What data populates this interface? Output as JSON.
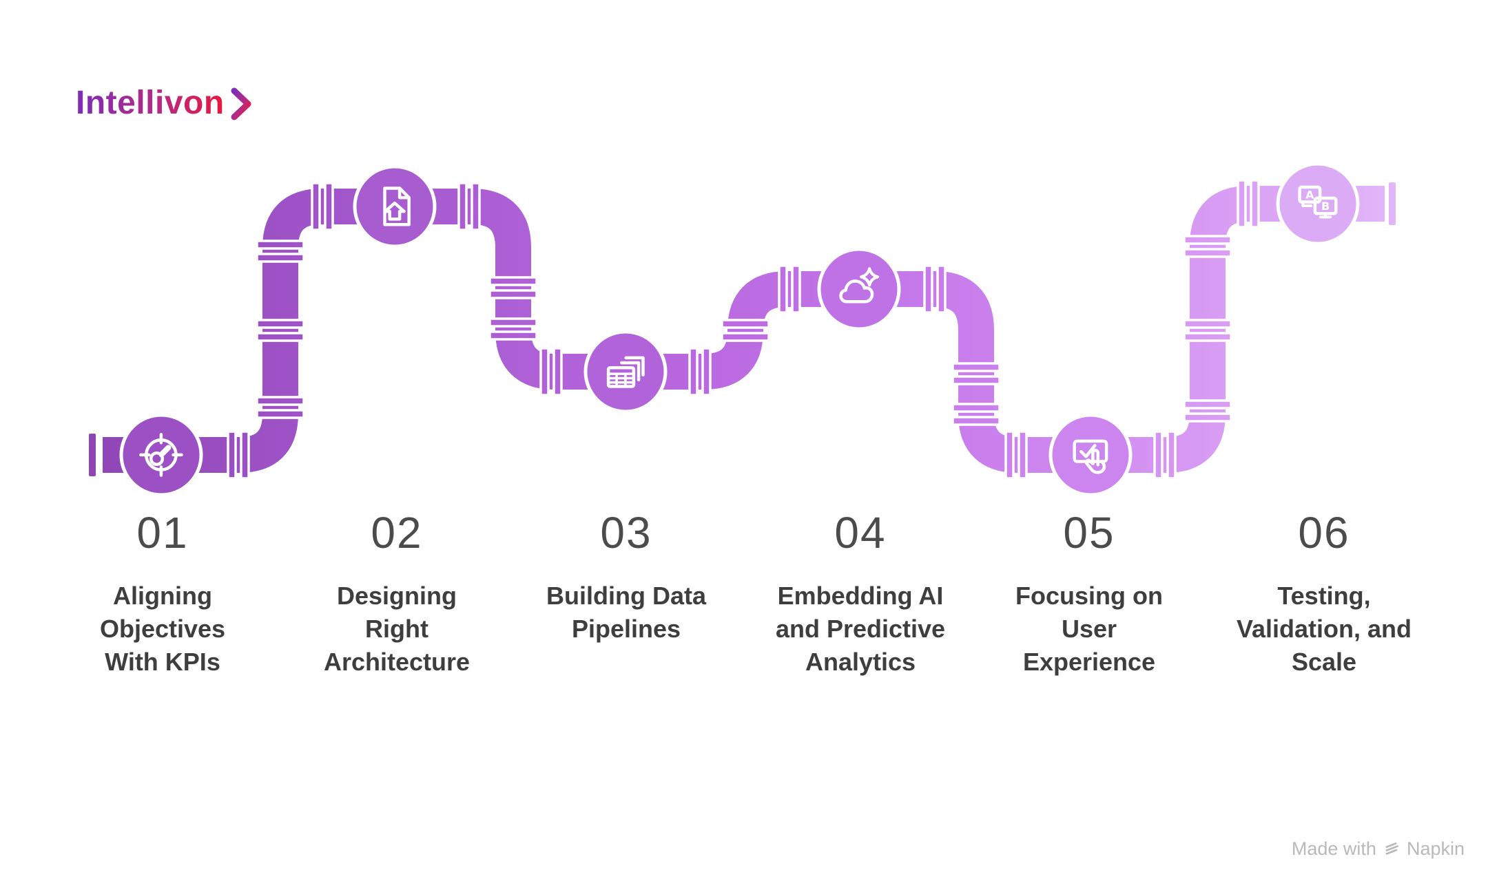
{
  "logo": {
    "text": "Intellivon"
  },
  "steps": [
    {
      "number": "01",
      "label": "Aligning\nObjectives\nWith KPIs",
      "icon": "target-gauge-icon",
      "circle_color": "#9b50c3"
    },
    {
      "number": "02",
      "label": "Designing\nRight\nArchitecture",
      "icon": "blueprint-document-icon",
      "circle_color": "#a75dd0"
    },
    {
      "number": "03",
      "label": "Building Data\nPipelines",
      "icon": "stacked-tables-icon",
      "circle_color": "#b164da"
    },
    {
      "number": "04",
      "label": "Embedding AI\nand Predictive\nAnalytics",
      "icon": "ai-cloud-sparkle-icon",
      "circle_color": "#bf71e6"
    },
    {
      "number": "05",
      "label": "Focusing on\nUser\nExperience",
      "icon": "touch-check-icon",
      "circle_color": "#cc84ef"
    },
    {
      "number": "06",
      "label": "Testing,\nValidation, and\nScale",
      "icon": "ab-test-monitors-icon",
      "circle_color": "#dcabf5"
    }
  ],
  "ab_labels": {
    "a": "A",
    "b": "B"
  },
  "watermark": {
    "prefix": "Made with",
    "brand": "Napkin"
  },
  "colors": {
    "pipe_stops": [
      "#8f45b5",
      "#9d52c6",
      "#ab5ed4",
      "#b867de",
      "#c273e7",
      "#cc84ee",
      "#d79af3",
      "#e3b6f8"
    ],
    "logo_gradient_start": "#7c2db8",
    "logo_gradient_mid": "#b52a84",
    "logo_gradient_end": "#e9183f",
    "number_text": "#4b4b4b",
    "label_text": "#3e3e3e",
    "watermark_text": "#b9b9b9"
  }
}
